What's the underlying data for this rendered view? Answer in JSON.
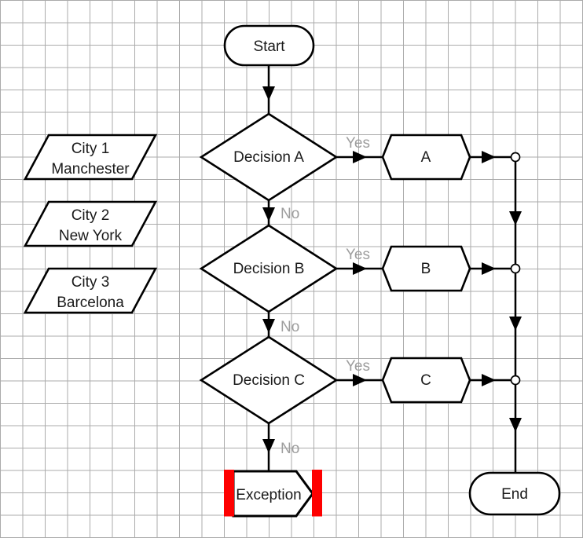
{
  "colors": {
    "stroke": "#000000",
    "shape-fill": "#ffffff",
    "text": "#1a1a1a",
    "label-gray": "#9e9e9e",
    "grid": "#ababab",
    "canvas": "#ffffff",
    "highlight-red": "#fe0000"
  },
  "flowchart": {
    "start": {
      "label": "Start"
    },
    "end": {
      "label": "End"
    },
    "decisions": [
      {
        "label": "Decision A"
      },
      {
        "label": "Decision B"
      },
      {
        "label": "Decision C"
      }
    ],
    "outcomes": [
      {
        "label": "A"
      },
      {
        "label": "B"
      },
      {
        "label": "C"
      }
    ],
    "exception": {
      "label": "Exception"
    },
    "labels": {
      "yes": "Yes",
      "no": "No"
    },
    "inputs": [
      {
        "title": "City 1",
        "value": "Manchester"
      },
      {
        "title": "City 2",
        "value": "New York"
      },
      {
        "title": "City 3",
        "value": "Barcelona"
      }
    ]
  }
}
